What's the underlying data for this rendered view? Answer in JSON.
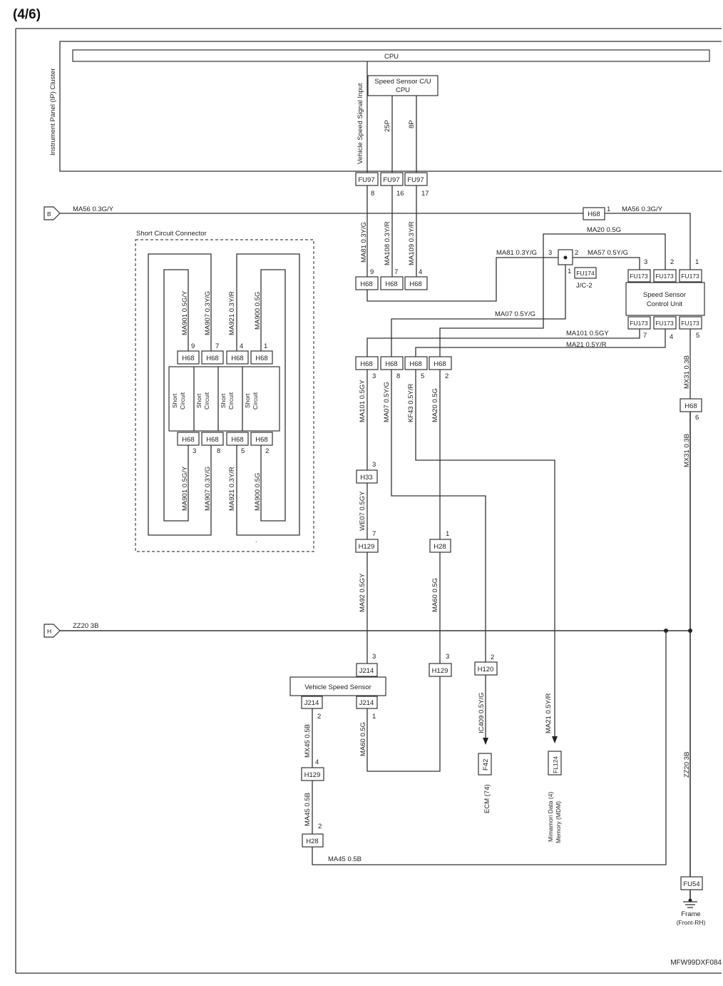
{
  "page_label": "(4/6)",
  "doc_code": "MFW99DXF084",
  "cluster": {
    "title": "Instrument Panel (IP) Cluster",
    "cpu": "CPU",
    "signal_input": "Vehicle Speed Signal Input",
    "speed_cu_line1": "Speed Sensor C/U",
    "speed_cu_line2": "CPU",
    "p25": "25P",
    "p8": "8P"
  },
  "fu97": {
    "name": "FU97",
    "pins": [
      "8",
      "16",
      "17"
    ]
  },
  "terminals": {
    "b": "B",
    "h": "H"
  },
  "wires": {
    "ma56": "MA56 0.3G/Y",
    "ma56_r": "MA56 0.3G/Y",
    "ma81": "MA81 0.3Y/G",
    "ma108": "MA108 0.3Y/R",
    "ma109": "MA109 0.3Y/R",
    "ma20_top": "MA20 0.5G",
    "ma81_h": "MA81 0.3Y/G",
    "ma57": "MA57 0.5Y/G",
    "ma07_h": "MA07 0.5Y/G",
    "ma101_h": "MA101 0.5GY",
    "ma21_h": "MA21 0.5Y/R",
    "mx31_a": "MX31 0.3B",
    "mx31_b": "MX31 0.3B",
    "ma101_v": "MA101 0.5GY",
    "ma07_v": "MA07 0.5Y/G",
    "kf43": "KF43 0.5Y/R",
    "ma20_v": "MA20 0.5G",
    "we07": "WE07 0.5GY",
    "ma92": "MA92 0.5GY",
    "ma60_a": "MA60 0.5G",
    "zz20": "ZZ20 3B",
    "zz20_v": "ZZ20 3B",
    "ic409": "IC409 0.5Y/G",
    "ma21_v": "MA21 0.5Y/R",
    "mx45_a": "MX45 0.5B",
    "ma60_b": "MA60 0.5G",
    "ma45_v": "MA45 0.5B",
    "ma45_h": "MA45 0.5B"
  },
  "short_connector": {
    "title": "Short Circuit Connector",
    "wires_top": [
      "MA901 0.5G/Y",
      "MA907 0.3Y/G",
      "MA921 0.3Y/R",
      "MA900 0.5G"
    ],
    "wires_bottom": [
      "MA901 0.5G/Y",
      "MA907 0.3Y/G",
      "MA921 0.3Y/R",
      "MA900 0.5G"
    ],
    "pins_top": [
      "9",
      "7",
      "4",
      "1"
    ],
    "pins_bottom": [
      "3",
      "8",
      "5",
      "2"
    ],
    "short_line1": "Short",
    "short_line2": "Circuit",
    "conn": "H68"
  },
  "h68_1": {
    "name": "H68",
    "pin": "1"
  },
  "h68_row1": {
    "name": "H68",
    "pins": [
      "9",
      "7",
      "4"
    ]
  },
  "jc2": {
    "name": "J/C-2",
    "fu174": "FU174",
    "pins": [
      "3",
      "2",
      "1"
    ]
  },
  "ssc": {
    "line1": "Speed Sensor",
    "line2": "Control Unit",
    "conn": "FU173",
    "pins_top": [
      "3",
      "2",
      "1"
    ],
    "pins_bottom": [
      "7",
      "4",
      "5"
    ]
  },
  "h68_row2": {
    "name": "H68",
    "pins": [
      "3",
      "8",
      "5",
      "2"
    ]
  },
  "h68_mx31": {
    "name": "H68",
    "pin": "6"
  },
  "h33": {
    "name": "H33",
    "pin": "3"
  },
  "h129_a": {
    "name": "H129",
    "pin": "7"
  },
  "h28_a": {
    "name": "H28",
    "pin": "1"
  },
  "j214_top": {
    "name": "J214",
    "pin": "3"
  },
  "h129_b": {
    "name": "H129",
    "pin": "3"
  },
  "h120": {
    "name": "H120",
    "pin": "2"
  },
  "vss": {
    "title": "Vehicle Speed Sensor",
    "left": {
      "name": "J214",
      "pin": "2"
    },
    "right": {
      "name": "J214",
      "pin": "1"
    }
  },
  "h129_c": {
    "name": "H129",
    "pin": "4"
  },
  "h28_b": {
    "name": "H28",
    "pin": "2"
  },
  "f42": {
    "name": "F42",
    "desc": "ECM (74)"
  },
  "fl124": {
    "name": "FL124",
    "desc1": "Mimamori Data (4)",
    "desc2": "Memory (MDM)"
  },
  "fu54": {
    "name": "FU54"
  },
  "frame": {
    "line1": "Frame",
    "line2": "(Front-RH)"
  }
}
